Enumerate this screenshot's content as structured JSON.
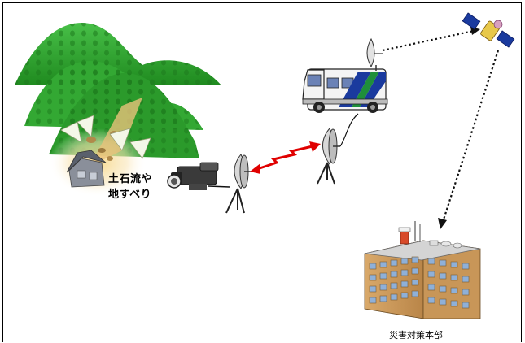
{
  "labels": {
    "landslide_line1": "土石流や",
    "landslide_line2": "地すべり",
    "headquarters": "災害対策本部"
  },
  "icons": [
    "mountain-icon",
    "house-icon",
    "video-camera-icon",
    "parabolic-antenna-icon",
    "relay-vehicle-icon",
    "satellite-icon",
    "building-icon"
  ],
  "colors": {
    "mountain_green": "#2e9e2e",
    "link_red": "#e00000",
    "truck_blue": "#1a3a9e",
    "truck_green": "#1f8f3a"
  }
}
